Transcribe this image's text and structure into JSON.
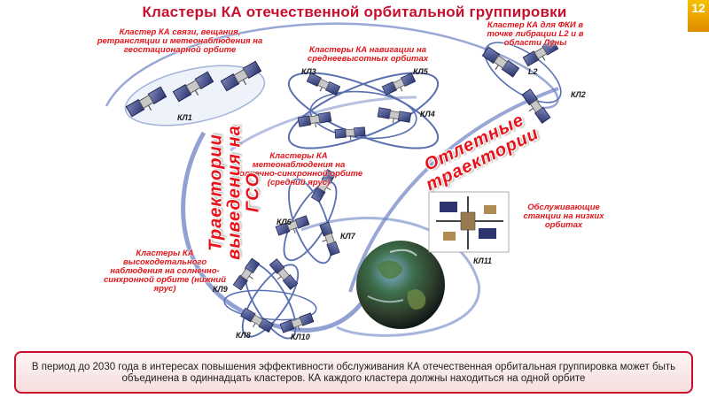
{
  "title": "Кластеры КА отечественной орбитальной группировки",
  "slide_number": "12",
  "clusters": {
    "geo": {
      "label": "Кластер КА связи, вещания, ретрансляции и метеонаблюдения на геостационарной орбите",
      "code": "КЛ1"
    },
    "nav": {
      "label": "Кластеры КА навигации на среднеевысотных орбитах",
      "codes": [
        "КЛ3",
        "КЛ5",
        "КЛ4"
      ]
    },
    "fki": {
      "label": "Кластер КА для ФКИ в точке либрации L2 и в области Луны",
      "codes": [
        "L2",
        "КЛ2"
      ]
    },
    "meteo_mid": {
      "label": "Кластеры КА метеонаблюдения на солнечно-синхронной орбите (средний ярус)",
      "codes": [
        "КЛ6",
        "КЛ7"
      ]
    },
    "obs_low": {
      "label": "Кластеры КА высокодетального наблюдения на солнечно-синхронной орбите (нижний ярус)",
      "codes": [
        "КЛ9",
        "КЛ8",
        "КЛ10"
      ]
    },
    "station": {
      "label": "Обслуживающие станции на низких орбитах",
      "code": "КЛ11"
    }
  },
  "trajectories": {
    "insertion": "Траектории выведения на ГСО",
    "departure": "Отлетные траектории"
  },
  "note": "В период до 2030 года в интересах повышения эффективности обслуживания КА отечественная орбитальная группировка может быть объединена в одиннадцать кластеров. КА каждого кластера должны находиться на одной орбите",
  "colors": {
    "accent": "#c8102e",
    "label": "#e0161c",
    "orbit": "#5a6fb0"
  }
}
